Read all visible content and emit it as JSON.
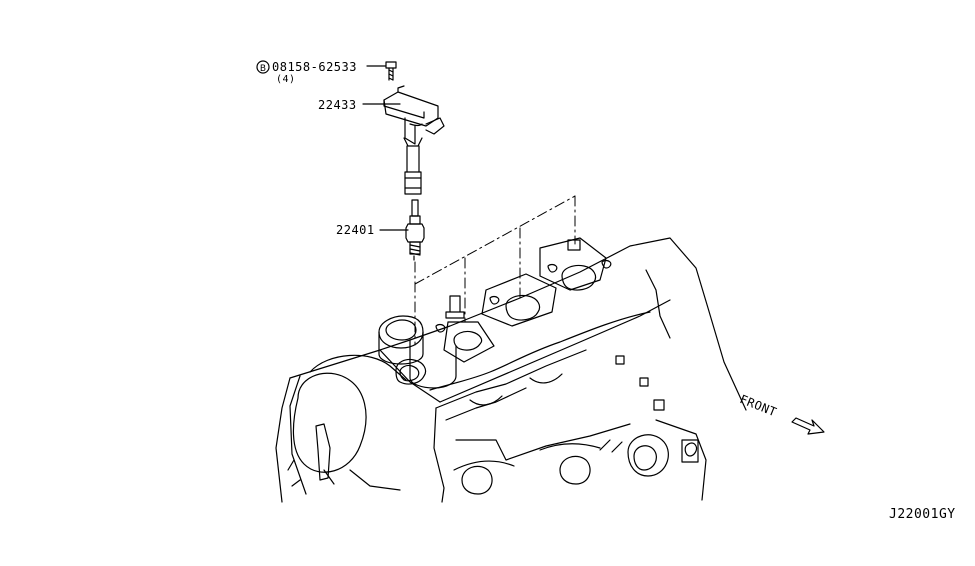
{
  "callouts": {
    "bolt": {
      "prefix_symbol": "B",
      "part_number": "08158-62533",
      "quantity": "(4)"
    },
    "ignition_coil": {
      "part_number": "22433"
    },
    "spark_plug": {
      "part_number": "22401"
    }
  },
  "direction_label": "FRONT",
  "diagram_code": "J22001GY",
  "icons": [
    "bolt-b-icon",
    "front-arrow-icon"
  ]
}
